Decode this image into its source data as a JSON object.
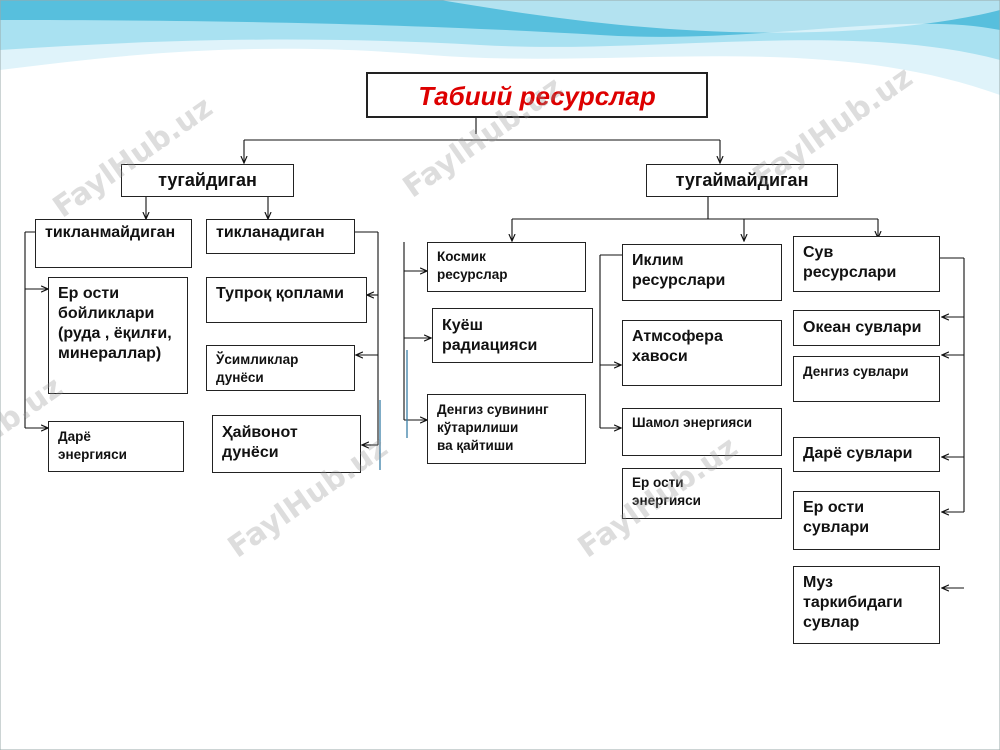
{
  "title": "Табиий ресурслар",
  "categories": {
    "exhaustible": {
      "label": "тугайдиган",
      "non_renewable": {
        "label": "тикланмайдиган",
        "items": [
          "Ер ости\nбойликлари\n(руда , ёқилғи,\n минераллар)",
          "Дарё\nэнергияси"
        ]
      },
      "renewable": {
        "label": "тикланадиган",
        "items": [
          "Тупроқ қоплами",
          "Ўсимликлар\nдунёси",
          "Ҳайвонот\nдунёси"
        ]
      }
    },
    "inexhaustible": {
      "label": "тугаймайдиган",
      "space": {
        "label": "Космик\nресурслар",
        "items": [
          "Куёш\nрадиацияси",
          "Денгиз сувининг\nкўтарилиши\n ва қайтиши"
        ]
      },
      "climate": {
        "label": "Иклим\nресурслари",
        "items": [
          "Атмсофера\nхавоси",
          "Шамол энергияси",
          "Ер ости\nэнергияси"
        ]
      },
      "water": {
        "label": "Сув\nресурслари",
        "items": [
          "Океан сувлари",
          "Денгиз сувлари",
          "Дарё сувлари",
          "Ер ости\nсувлари",
          "Муз\nтаркибидаги\nсувлар"
        ]
      }
    }
  },
  "watermark": "FaylHub.uz",
  "colors": {
    "title_text": "#dd0000",
    "wave_light": "#d9f2fa",
    "wave_mid": "#8fd7ea",
    "wave_dark": "#3aaed1"
  }
}
